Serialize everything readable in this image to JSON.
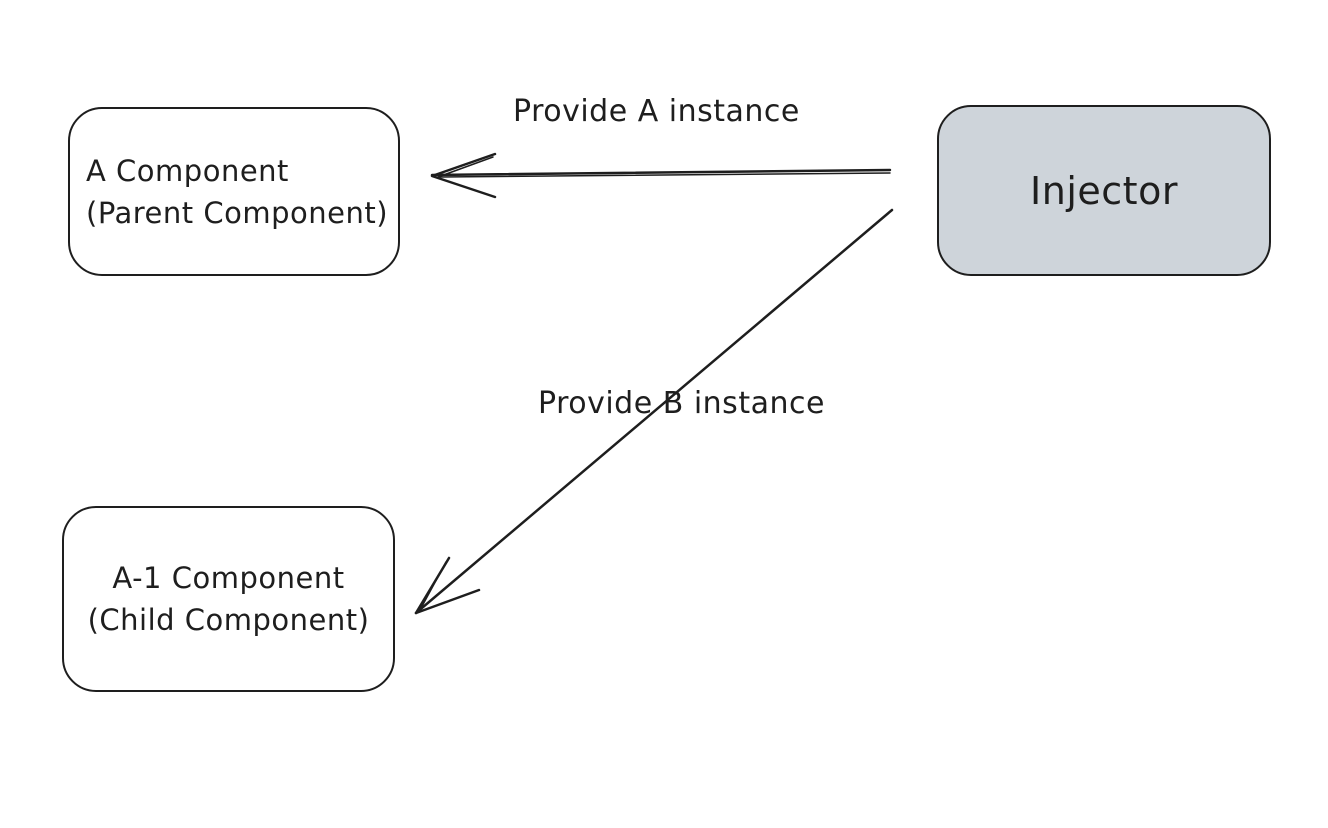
{
  "diagram": {
    "nodes": {
      "parent": {
        "lines": [
          "A Component",
          "(Parent Component)"
        ],
        "fill": "#ffffff"
      },
      "child": {
        "lines": [
          "A-1 Component",
          "(Child Component)"
        ],
        "fill": "#ffffff"
      },
      "injector": {
        "lines": [
          "Injector"
        ],
        "fill": "#ced4da"
      }
    },
    "edges": {
      "provide_a": {
        "label": "Provide A instance",
        "from": "injector",
        "to": "parent"
      },
      "provide_b": {
        "label": "Provide B instance",
        "from": "injector",
        "to": "child"
      }
    },
    "colors": {
      "stroke": "#1e1e1e",
      "background": "#ffffff",
      "injector_fill": "#ced4da"
    }
  }
}
